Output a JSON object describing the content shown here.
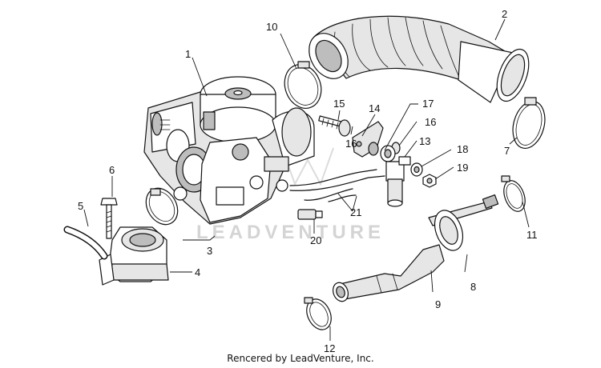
{
  "diagram": {
    "watermark": "LEADVENTURE",
    "credit": "Rencered by LeadVenture, Inc.",
    "callouts": [
      "1",
      "2",
      "3",
      "4",
      "5",
      "6",
      "7",
      "8",
      "9",
      "10",
      "11",
      "12",
      "13",
      "14",
      "15",
      "16",
      "16",
      "17",
      "18",
      "19",
      "20",
      "21"
    ]
  }
}
